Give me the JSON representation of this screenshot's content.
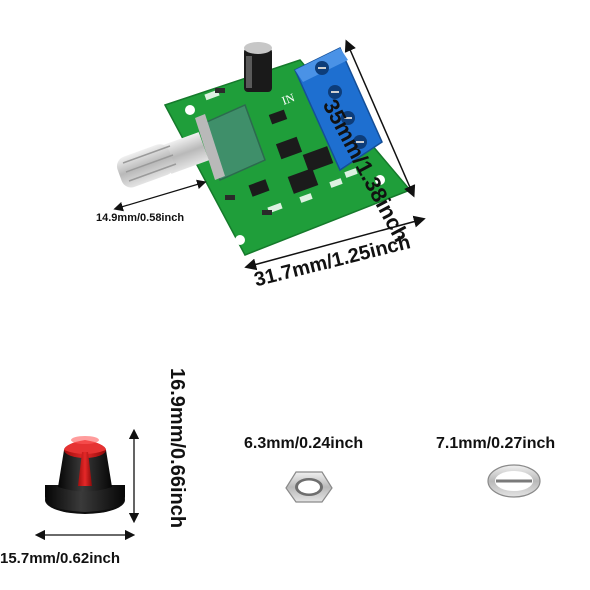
{
  "dimensions": {
    "board_height": "35mm/1.38inch",
    "board_width": "31.7mm/1.25inch",
    "shaft_length": "14.9mm/0.58inch",
    "knob_height": "16.9mm/0.66inch",
    "knob_diameter": "15.7mm/0.62inch",
    "nut_size": "6.3mm/0.24inch",
    "washer_size": "7.1mm/0.27inch"
  },
  "board_silkscreen": "IN",
  "colors": {
    "pcb_green": "#1f9e3a",
    "terminal_blue": "#1e6fd0",
    "potentiometer_green": "#3f8f6a",
    "knob_red": "#d81e1e",
    "knob_black": "#1a1a1a",
    "metal": "#c9c9c9"
  }
}
